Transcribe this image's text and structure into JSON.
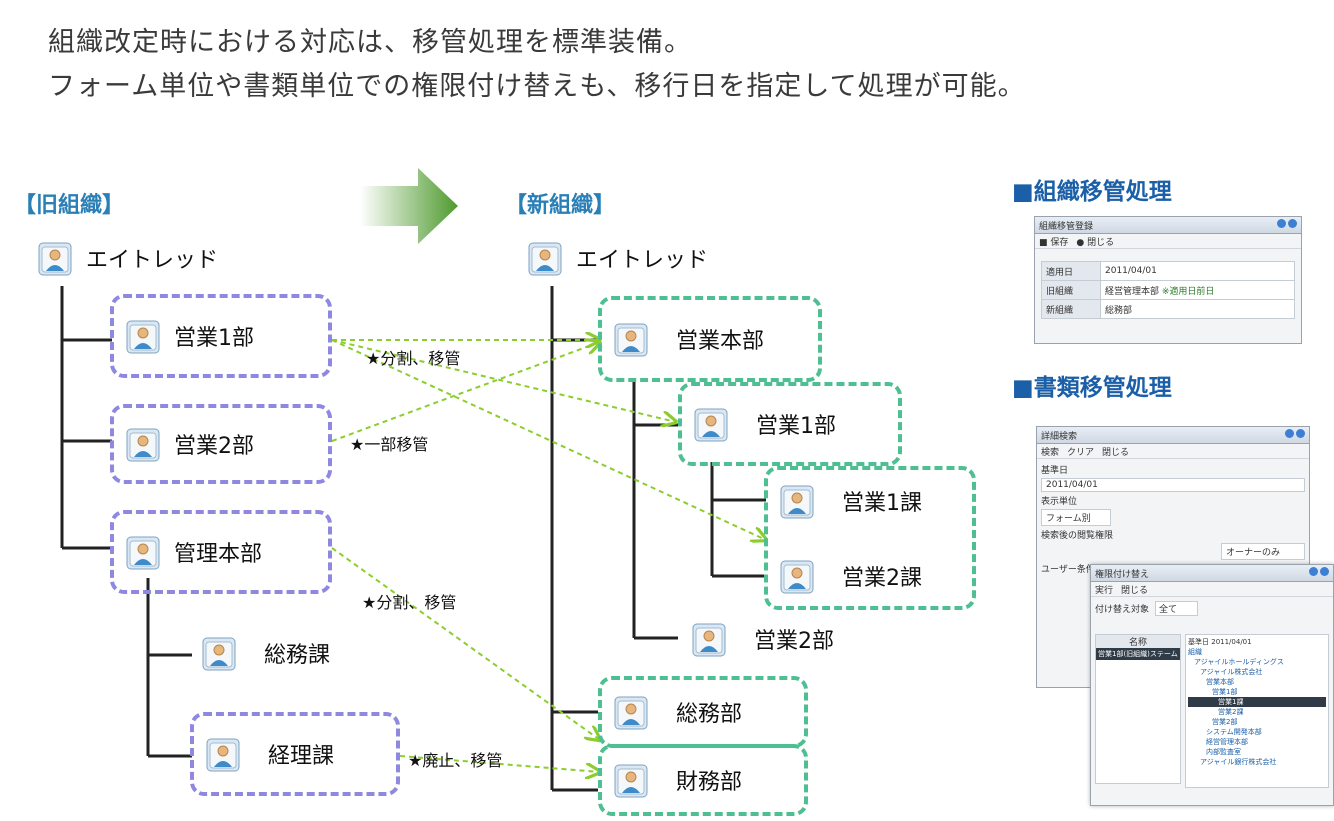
{
  "heading": {
    "line1": "組織改定時における対応は、移管処理を標準装備。",
    "line2": "フォーム単位や書類単位での権限付け替えも、移行日を指定して処理が可能。"
  },
  "old_org": {
    "title": "【旧組織】",
    "root": "エイトレッド",
    "nodes": [
      "営業1部",
      "営業2部",
      "管理本部",
      "総務課",
      "経理課"
    ]
  },
  "new_org": {
    "title": "【新組織】",
    "root": "エイトレッド",
    "nodes": [
      "営業本部",
      "営業1部",
      "営業1課",
      "営業2課",
      "営業2部",
      "総務部",
      "財務部"
    ]
  },
  "notes": [
    "★分割、移管",
    "★一部移管",
    "★分割、移管",
    "★廃止、移管"
  ],
  "colors": {
    "old_border": "#8f88e0",
    "new_border": "#4dbf92",
    "arrow": "#8ccd2e",
    "section_title": "#1b5fa8"
  },
  "section1": {
    "title": "■組織移管処理",
    "window_title": "組織移管登録",
    "toolbar": [
      "保存",
      "閉じる"
    ],
    "rows": [
      {
        "key": "適用日",
        "value": "2011/04/01"
      },
      {
        "key": "旧組織",
        "value": "経営管理本部",
        "extra": "※適用日前日"
      },
      {
        "key": "新組織",
        "value": "総務部"
      }
    ]
  },
  "section2": {
    "title": "■書類移管処理",
    "window1_title": "詳細検索",
    "window1_toolbar": [
      "検索",
      "クリア",
      "閉じる"
    ],
    "window1_rows": [
      "基準日",
      "表示単位",
      "フォーム別",
      "検索後の閲覧権限",
      "ユーザー条件"
    ],
    "window1_date": "2011/04/01",
    "window1_owner": "オーナーのみ",
    "window2_title": "権限付け替え",
    "window2_toolbar": [
      "実行",
      "閉じる"
    ],
    "window2_target_label": "付け替え対象",
    "window2_target_value": "全て",
    "window2_list_header": "名称",
    "window2_list_item": "営業1部(旧組織)ステーム",
    "window2_tree_date_label": "基準日",
    "window2_tree_date": "2011/04/01",
    "window2_tree": [
      "組織",
      "アジャイルホールディングス",
      "アジャイル株式会社",
      "営業本部",
      "営業1部",
      "営業1課",
      "営業2課",
      "営業2部",
      "システム開発本部",
      "経営管理本部",
      "内部監査室",
      "アジャイル銀行株式会社"
    ]
  }
}
